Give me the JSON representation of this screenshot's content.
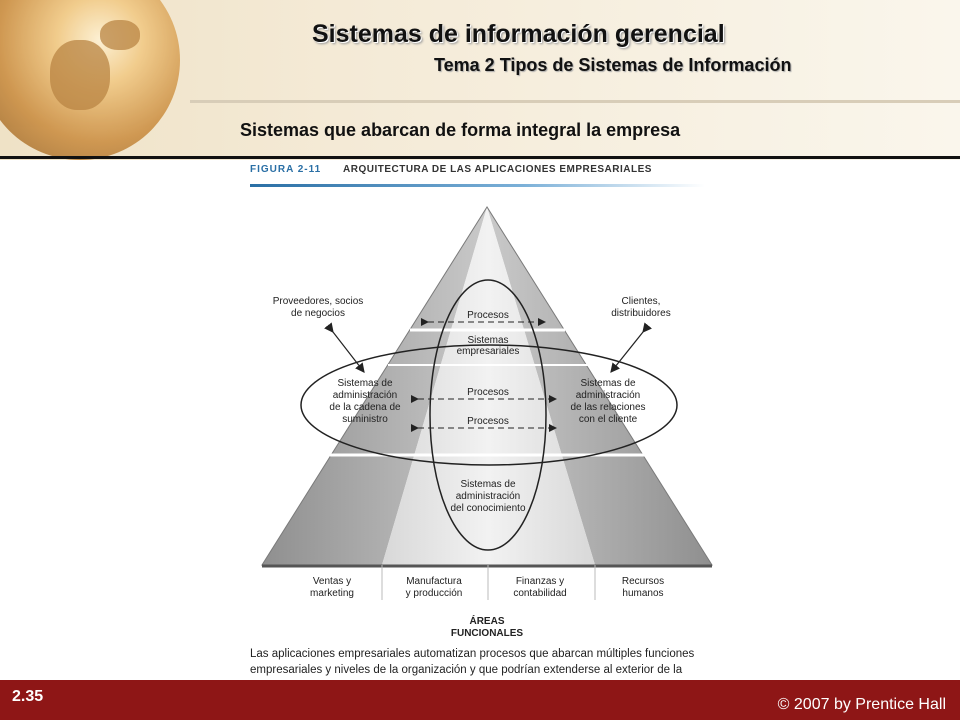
{
  "header": {
    "title": "Sistemas de información gerencial",
    "subtitle": "Tema  2 Tipos de Sistemas de Información",
    "slide_heading": "Sistemas que abarcan de forma integral la empresa"
  },
  "figure": {
    "number": "FIGURA 2-11",
    "title": "ARQUITECTURA DE LAS APLICACIONES EMPRESARIALES",
    "external_left": [
      "Proveedores, socios",
      "de negocios"
    ],
    "external_right": [
      "Clientes,",
      "distribuidores"
    ],
    "scm": [
      "Sistemas de",
      "administración",
      "de la cadena de",
      "suministro"
    ],
    "crm": [
      "Sistemas de",
      "administración",
      "de las relaciones",
      "con el cliente"
    ],
    "processes": [
      "Procesos",
      "Procesos",
      "Procesos"
    ],
    "erp": [
      "Sistemas",
      "empresariales"
    ],
    "km": [
      "Sistemas de",
      "administración",
      "del conocimiento"
    ],
    "functional_areas": [
      [
        "Ventas y",
        "marketing"
      ],
      [
        "Manufactura",
        "y producción"
      ],
      [
        "Finanzas y",
        "contabilidad"
      ],
      [
        "Recursos",
        "humanos"
      ]
    ],
    "areas_label": [
      "ÁREAS",
      "FUNCIONALES"
    ],
    "caption": "Las aplicaciones empresariales automatizan procesos que abarcan múltiples funciones empresariales y niveles de la organización y que podrían extenderse al exterior de la organización."
  },
  "footer": {
    "page": "2.35",
    "copyright": "© 2007 by Prentice Hall"
  },
  "colors": {
    "footer_bg": "#8e1616",
    "figure_accent": "#2a6fa5"
  }
}
